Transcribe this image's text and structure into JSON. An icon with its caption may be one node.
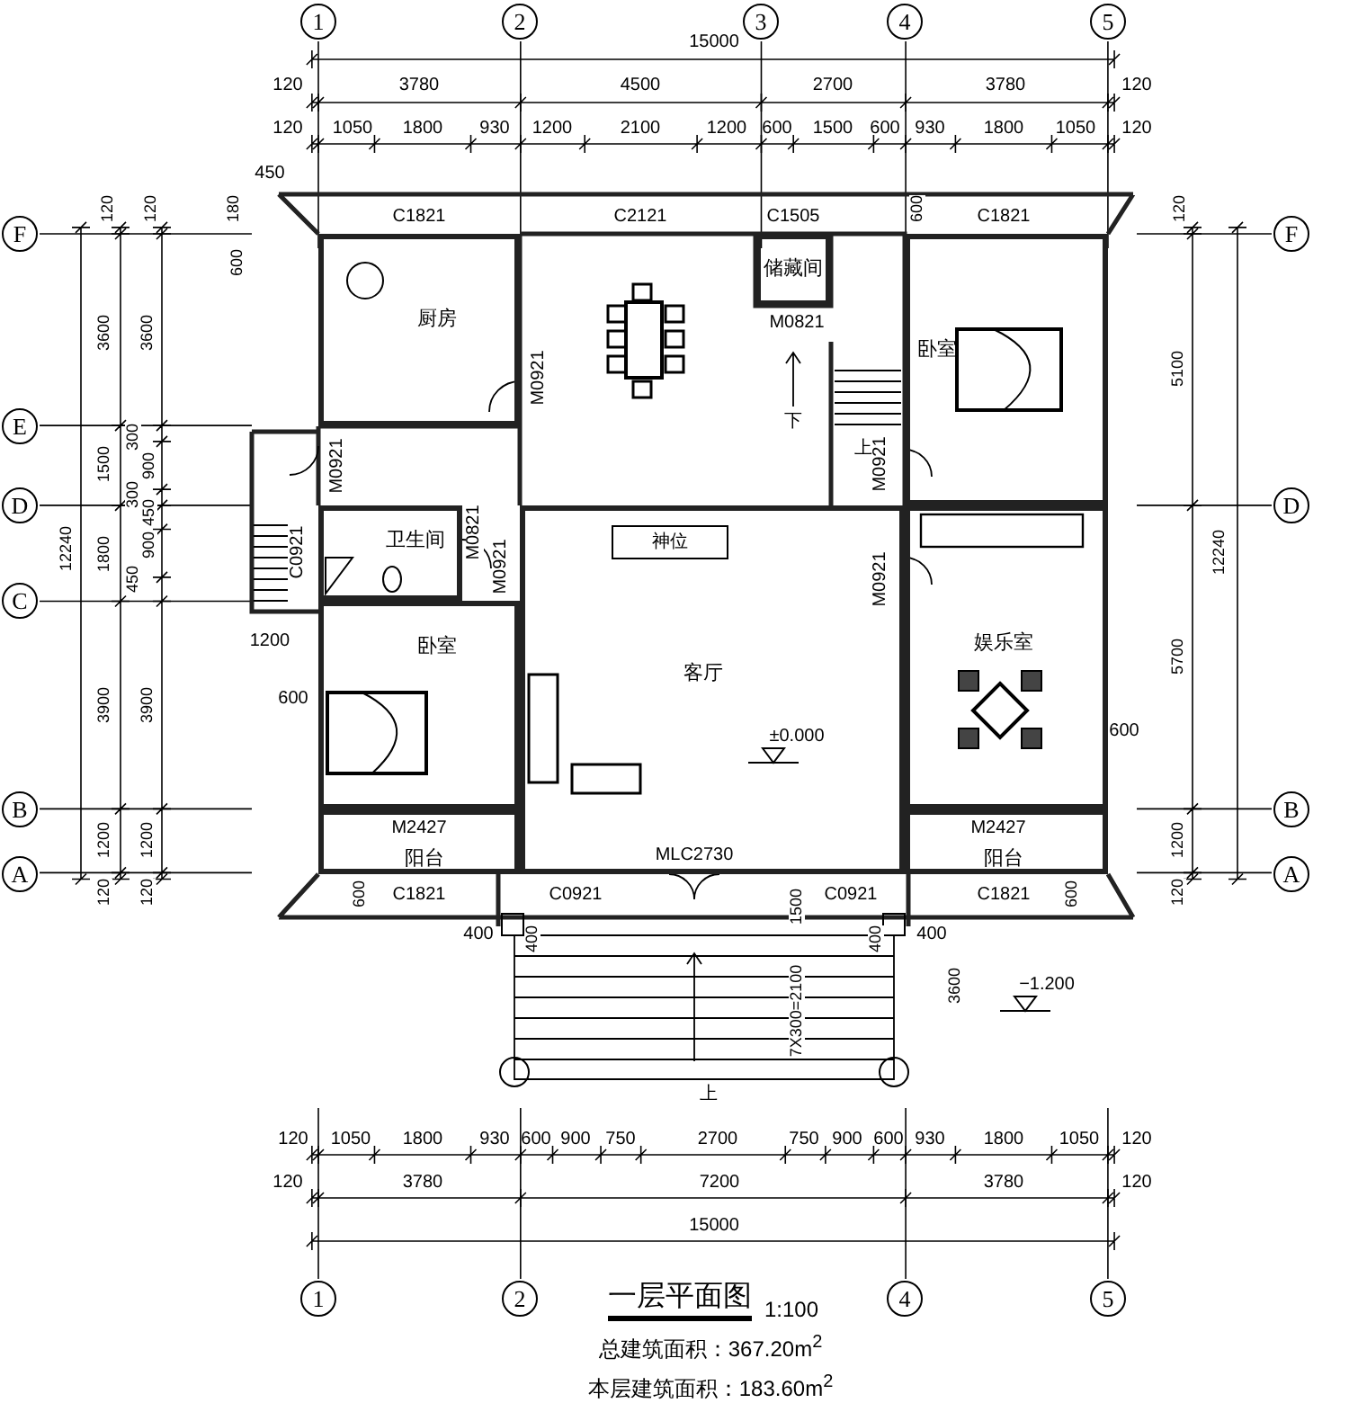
{
  "diagram": {
    "title": "一层平面图",
    "nodes": [
      {
        "text": [
          "1"
        ]
      },
      {
        "text": [
          "2"
        ]
      },
      {
        "text": [
          "3"
        ]
      },
      {
        "text": [
          "4"
        ]
      },
      {
        "text": [
          "5"
        ]
      },
      {
        "text": [
          "F"
        ]
      },
      {
        "text": [
          "F"
        ]
      },
      {
        "text": [
          "厨房"
        ]
      },
      {
        "text": [
          "储藏间"
        ]
      },
      {
        "text": [
          "卧室"
        ]
      },
      {
        "text": [
          "E"
        ]
      },
      {
        "text": [
          "D"
        ]
      },
      {
        "text": [
          "D"
        ]
      },
      {
        "text": [
          "卫生间"
        ]
      },
      {
        "text": [
          "C"
        ]
      },
      {
        "text": [
          "客厅"
        ]
      },
      {
        "text": [
          "神位"
        ],
        "in": 15
      },
      {
        "text": [
          "卧室"
        ]
      },
      {
        "text": [
          "娱乐室"
        ]
      },
      {
        "text": [
          "B"
        ]
      },
      {
        "text": [
          "B"
        ]
      },
      {
        "text": [
          "阳台"
        ]
      },
      {
        "text": [
          "阳台"
        ]
      },
      {
        "text": [
          "A"
        ]
      },
      {
        "text": [
          "A"
        ]
      },
      {
        "text": [
          "1"
        ]
      },
      {
        "text": [
          "2"
        ]
      },
      {
        "text": [
          "4"
        ]
      },
      {
        "text": [
          "5"
        ]
      }
    ],
    "labels": [
      "15000",
      "120",
      "3780",
      "4500",
      "2700",
      "3780",
      "120",
      "120",
      "1050",
      "1800",
      "930",
      "1200",
      "2100",
      "1200",
      "600",
      "1500",
      "600",
      "930",
      "1800",
      "1050",
      "120",
      "450",
      "120",
      "120",
      "180",
      "C1821",
      "C2121",
      "C1505",
      "600",
      "C1821",
      "120",
      "600",
      "3600",
      "3600",
      "5100",
      "M0821",
      "M0921",
      "下",
      "上",
      "M0921",
      "300",
      "1500",
      "900",
      "300",
      "450",
      "900",
      "M0921",
      "12240",
      "1800",
      "450",
      "C0921",
      "M0821",
      "M0921",
      "M0921",
      "12240",
      "1200",
      "5700",
      "3900",
      "3900",
      "600",
      "±0.000",
      "600",
      "M2427",
      "M2427",
      "1200",
      "1200",
      "1200",
      "MLC2730",
      "120",
      "120",
      "600",
      "C1821",
      "C0921",
      "C0921",
      "C1821",
      "600",
      "120",
      "400",
      "400",
      "1500",
      "400",
      "400",
      "3600",
      "−1.200",
      "7X300=2100",
      "上",
      "120",
      "1050",
      "1800",
      "930",
      "600",
      "900",
      "750",
      "2700",
      "750",
      "900",
      "600",
      "930",
      "1800",
      "1050",
      "120",
      "120",
      "3780",
      "7200",
      "3780",
      "120",
      "15000",
      "1:100",
      "总建筑面积：367.20m$^{2}$",
      "本层建筑面积：183.60m$^{2}$"
    ]
  }
}
